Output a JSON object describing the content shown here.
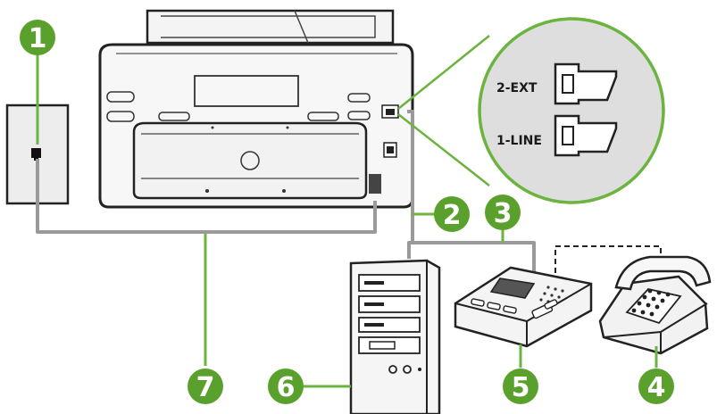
{
  "diagram": {
    "callouts": [
      {
        "id": "1",
        "label": "1"
      },
      {
        "id": "2",
        "label": "2"
      },
      {
        "id": "3",
        "label": "3"
      },
      {
        "id": "4",
        "label": "4"
      },
      {
        "id": "5",
        "label": "5"
      },
      {
        "id": "6",
        "label": "6"
      },
      {
        "id": "7",
        "label": "7"
      }
    ],
    "ports": {
      "ext_label": "2-EXT",
      "line_label": "1-LINE"
    },
    "colors": {
      "callout_fill": "#5aa02c",
      "leader_line": "#6cb33f",
      "cable": "#9a9a9a",
      "device_outline": "#2a2a2a",
      "device_fill": "#ececec"
    }
  }
}
